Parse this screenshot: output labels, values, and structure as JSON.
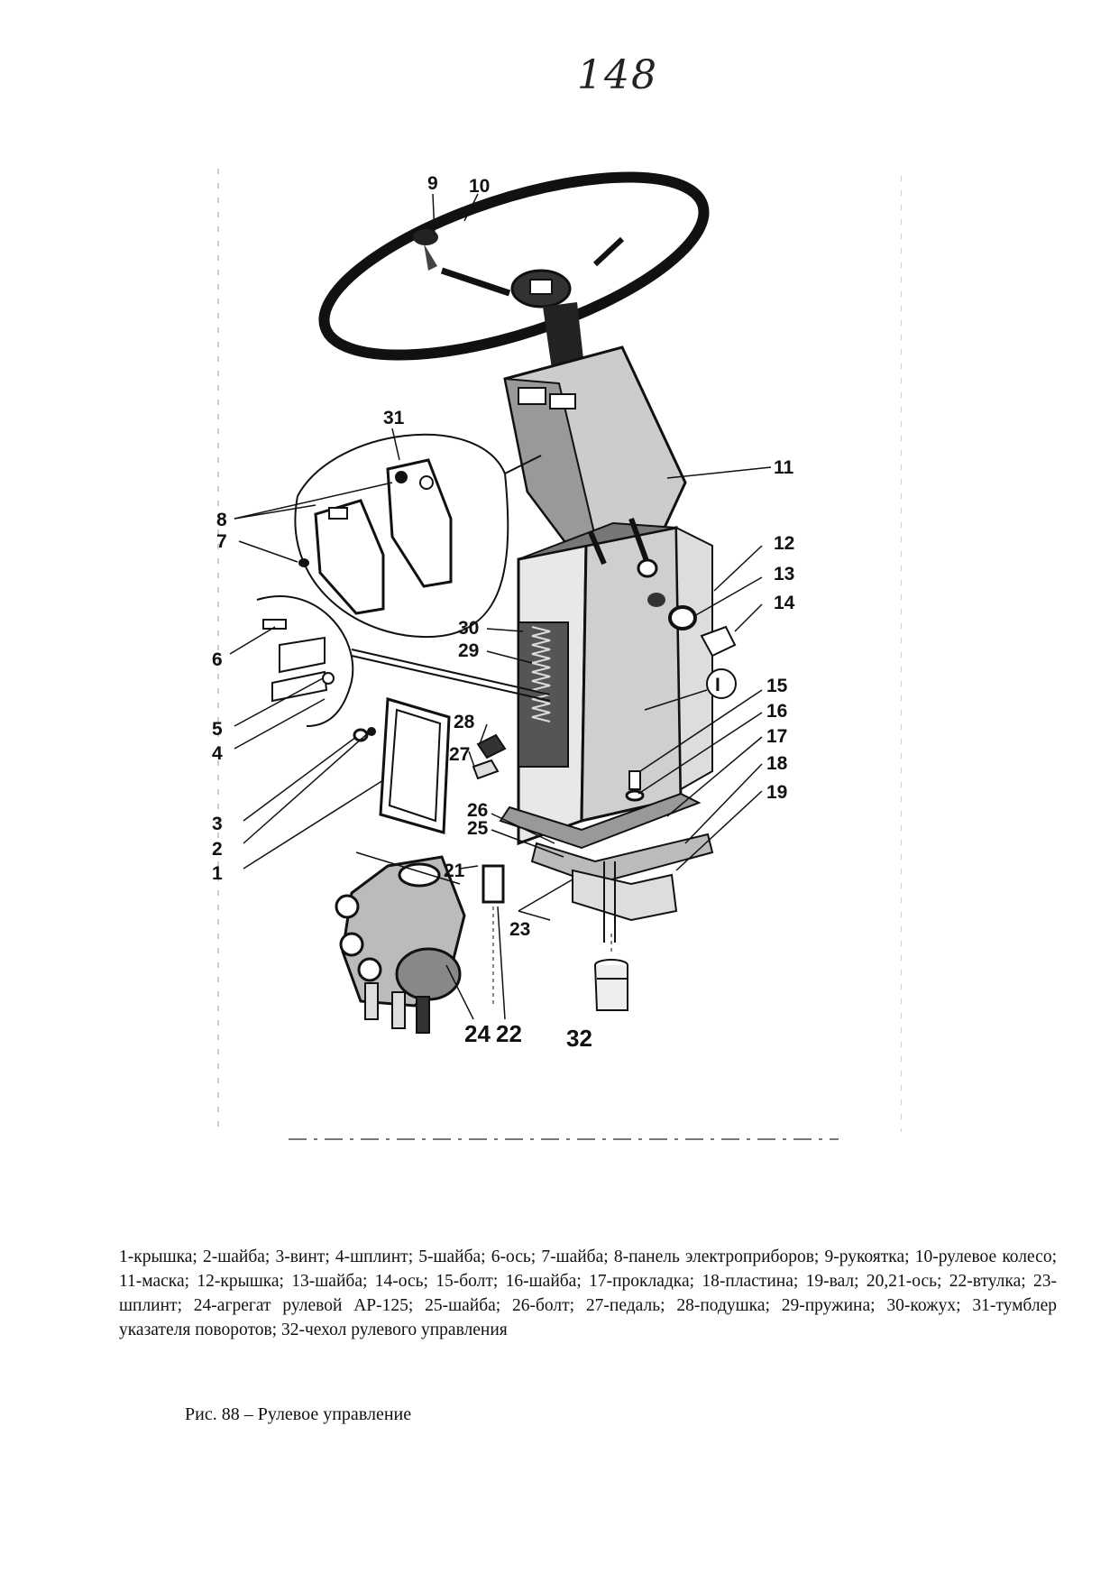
{
  "page_number": "148",
  "figure": {
    "callouts": [
      "9",
      "10",
      "11",
      "12",
      "13",
      "14",
      "15",
      "16",
      "17",
      "18",
      "19",
      "31",
      "8",
      "7",
      "6",
      "5",
      "4",
      "3",
      "2",
      "1",
      "30",
      "29",
      "28",
      "27",
      "26",
      "25",
      "21",
      "23",
      "24",
      "22",
      "32",
      "I"
    ]
  },
  "legend_text": "1-крышка; 2-шайба; 3-винт; 4-шплинт; 5-шайба; 6-ось; 7-шайба; 8-панель электроприборов; 9-рукоятка; 10-рулевое колесо; 11-маска; 12-крышка; 13-шайба; 14-ось; 15-болт; 16-шайба; 17-прокладка; 18-пластина; 19-вал; 20,21-ось; 22-втулка; 23-шплинт; 24-агрегат рулевой АР-125; 25-шайба; 26-болт; 27-педаль; 28-подушка; 29-пружина; 30-кожух; 31-тумблер указателя поворотов; 32-чехол рулевого управления",
  "caption": "Рис. 88 – Рулевое управление"
}
